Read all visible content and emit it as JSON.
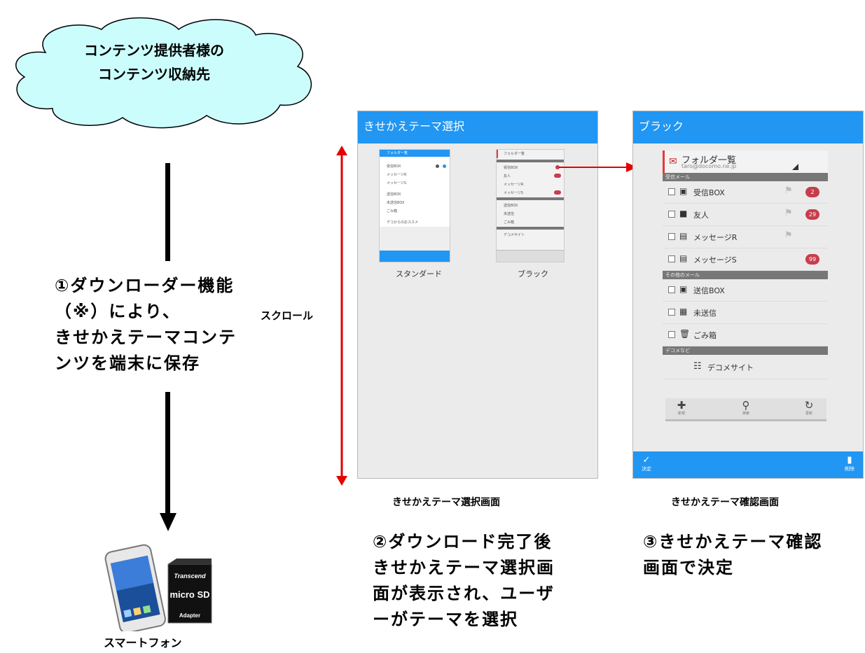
{
  "cloud": {
    "line1": "コンテンツ提供者様の",
    "line2": "コンテンツ収納先"
  },
  "step1": {
    "line1": "①ダウンローダー機能",
    "line2": "（※）により、",
    "line3": "きせかえテーマコンテ",
    "line4": "ンツを端末に保存"
  },
  "scroll_label": "スクロール",
  "phone_label": "スマートフォン",
  "sd_card": {
    "brand": "Transcend",
    "label": "micro SD",
    "adapter": "Adapter"
  },
  "screen1": {
    "title": "きせかえテーマ選択",
    "theme_standard": "スタンダード",
    "theme_black": "ブラック",
    "caption": "きせかえテーマ選択画面"
  },
  "thumb_standard": {
    "header": "フォルダ一覧",
    "items": [
      "受信BOX",
      "メッセージR",
      "メッセージS",
      "送信BOX",
      "未送信BOX",
      "ごみ箱",
      "デコからのおススメ"
    ]
  },
  "thumb_black": {
    "header": "フォルダ一覧",
    "items": [
      "受信BOX",
      "友人",
      "メッセージR",
      "メッセージS",
      "送信BOX",
      "未送信",
      "ごみ箱",
      "デコメサイト"
    ]
  },
  "screen2": {
    "title": "ブラック",
    "folder_title": "フォルダ一覧",
    "folder_sub": "taro@docomo.ne.jp",
    "section_receive": "受信メール",
    "items_receive": [
      {
        "label": "受信BOX",
        "flag": true,
        "badge": "2"
      },
      {
        "label": "友人",
        "flag": true,
        "badge": "29"
      },
      {
        "label": "メッセージR",
        "flag": true,
        "badge": ""
      },
      {
        "label": "メッセージS",
        "flag": false,
        "badge": "99"
      }
    ],
    "section_other": "その他のメール",
    "items_other": [
      {
        "label": "送信BOX"
      },
      {
        "label": "未送信"
      },
      {
        "label": "ごみ箱"
      }
    ],
    "section_deco": "デコメなど",
    "deco_item": "デコメサイト",
    "toolbar": {
      "new": "新規",
      "search": "検索",
      "update": "更新"
    },
    "footer": {
      "decide": "決定",
      "delete": "削除"
    },
    "caption": "きせかえテーマ確認画面"
  },
  "step2": {
    "line1": "②ダウンロード完了後",
    "line2": "きせかえテーマ選択画",
    "line3": "面が表示され、ユーザ",
    "line4": "ーがテーマを選択"
  },
  "step3": {
    "line1": "③きせかえテーマ確認",
    "line2": "画面で決定"
  },
  "colors": {
    "accent": "#2196f3",
    "cloud_fill": "#ccfdfd",
    "arrow_red": "#e60000",
    "badge_red": "#c83d4c"
  }
}
